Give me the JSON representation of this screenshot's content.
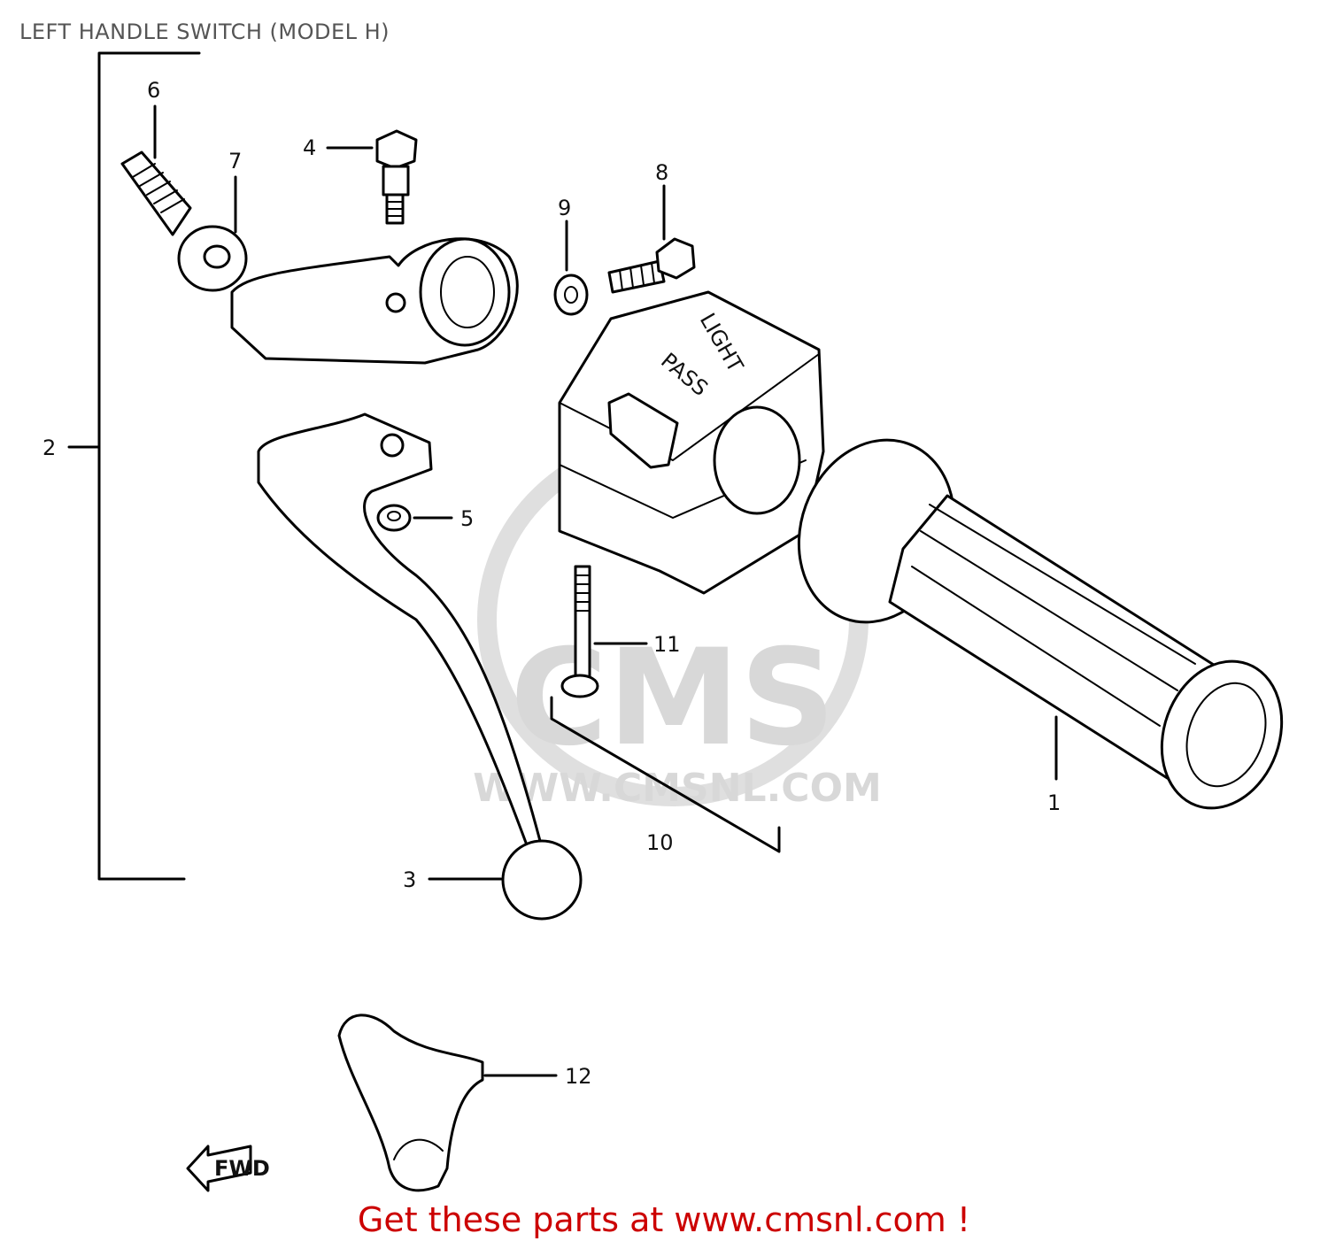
{
  "title": "LEFT HANDLE SWITCH (MODEL H)",
  "callouts": {
    "n1": "1",
    "n2": "2",
    "n3": "3",
    "n4": "4",
    "n5": "5",
    "n6": "6",
    "n7": "7",
    "n8": "8",
    "n9": "9",
    "n10": "10",
    "n11": "11",
    "n12": "12"
  },
  "switch_labels": {
    "light": "LIGHT",
    "pass": "PASS"
  },
  "fwd_label": "FWD",
  "watermark": {
    "brand": "CMS",
    "url": "WWW.CMSNL.COM"
  },
  "footer": "Get these parts at www.cmsnl.com !",
  "colors": {
    "footer_red": "#cc0000",
    "watermark_gray": "#d0d0d0",
    "title_gray": "#555555"
  }
}
